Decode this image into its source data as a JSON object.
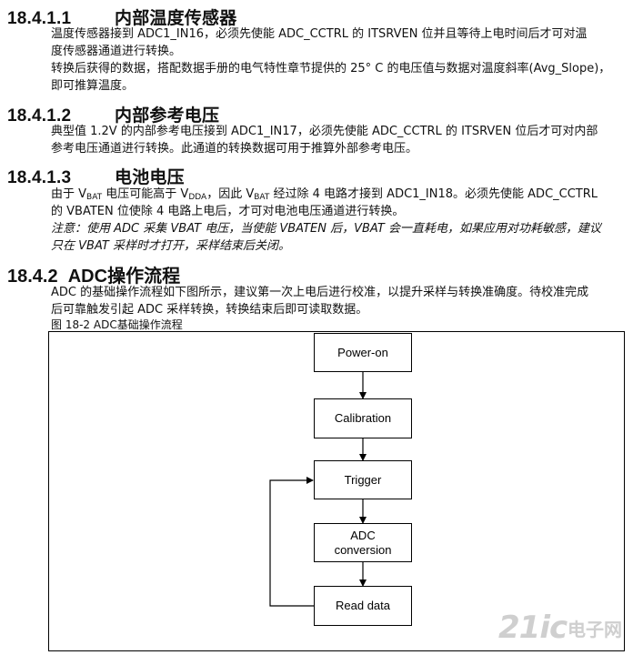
{
  "s1": {
    "num": "18.4.1.1",
    "title": "内部温度传感器",
    "p1a": "温度传感器接到 ADC1_IN16，必须先使能 ADC_CCTRL 的 ITSRVEN 位并且等待上电时间后才可对温",
    "p1b": "度传感器通道进行转换。",
    "p2a": "转换后获得的数据，搭配数据手册的电气特性章节提供的 25° C 的电压值与数据对温度斜率(Avg_Slope)，",
    "p2b": "即可推算温度。"
  },
  "s2": {
    "num": "18.4.1.2",
    "title": "内部参考电压",
    "p1a": "典型值 1.2V 的内部参考电压接到 ADC1_IN17，必须先使能 ADC_CCTRL 的 ITSRVEN 位后才可对内部",
    "p1b": "参考电压通道进行转换。此通道的转换数据可用于推算外部参考电压。"
  },
  "s3": {
    "num": "18.4.1.3",
    "title": "电池电压",
    "p1a_1": "由于 V",
    "p1a_sub1": "BAT",
    "p1a_2": " 电压可能高于 V",
    "p1a_sub2": "DDA",
    "p1a_3": "，因此 V",
    "p1a_sub3": "BAT",
    "p1a_4": " 经过除 4 电路才接到 ADC1_IN18。必须先使能 ADC_CCTRL",
    "p1b": "的 VBATEN 位使除 4 电路上电后，才可对电池电压通道进行转换。",
    "note_a": "注意：使用 ADC 采集 VBAT 电压，当使能 VBATEN 后，VBAT 会一直耗电，如果应用对功耗敏感，建议",
    "note_b": "只在 VBAT 采样时才打开，采样结束后关闭。"
  },
  "s4": {
    "num": "18.4.2",
    "title": "ADC操作流程",
    "p1a": "ADC 的基础操作流程如下图所示，建议第一次上电后进行校准，以提升采样与转换准确度。待校准完成",
    "p1b": "后可靠触发引起 ADC 采样转换，转换结束后即可读取数据。",
    "caption": "图   18-2 ADC基础操作流程"
  },
  "flow": {
    "box1": "Power-on",
    "box2": "Calibration",
    "box3": "Trigger",
    "box4_l1": "ADC",
    "box4_l2": "conversion",
    "box5": "Read data"
  },
  "watermark": {
    "text_a": "21ic",
    "text_b": "电子网"
  }
}
